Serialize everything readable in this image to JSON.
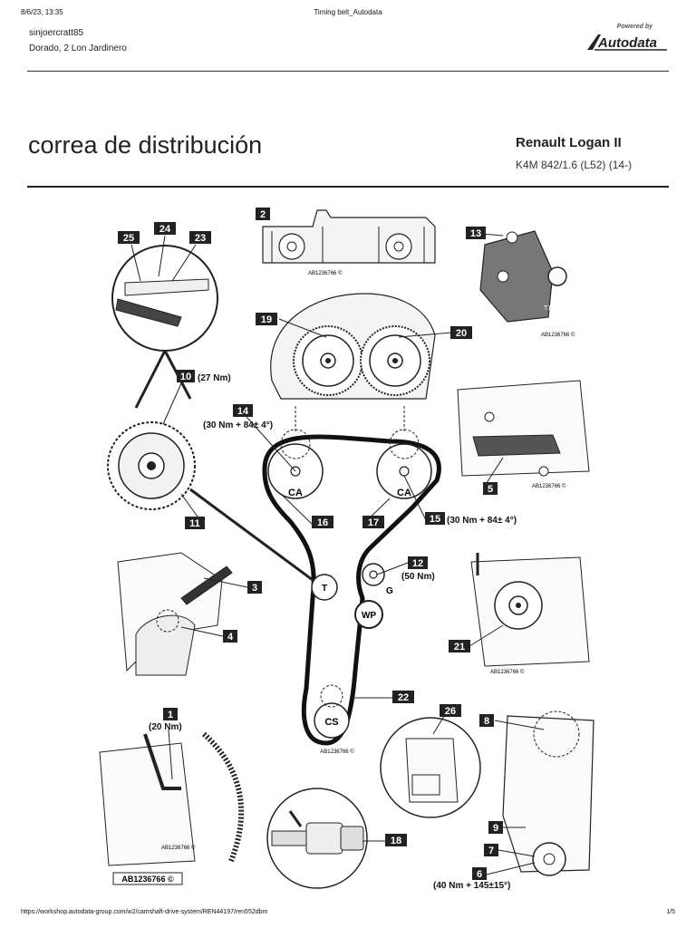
{
  "print_header": {
    "date": "8/6/23, 13:35",
    "title": "Timing belt_Autodata"
  },
  "user": {
    "name": "sinjoercratt85",
    "address": "Dorado, 2 Lon Jardinero"
  },
  "logo": {
    "powered_by": "Powered by",
    "brand": "Autodata"
  },
  "page_title": "correa de distribución",
  "vehicle": {
    "model": "Renault Logan II",
    "engine": "K4M 842/1.6 (L52) (14-)"
  },
  "diagram": {
    "ref": "AB1236766 ©",
    "ref_boxed": "AB1236766 ©",
    "callouts": [
      "1",
      "2",
      "3",
      "4",
      "5",
      "6",
      "7",
      "8",
      "9",
      "10",
      "11",
      "12",
      "13",
      "14",
      "15",
      "16",
      "17",
      "18",
      "19",
      "20",
      "21",
      "22",
      "23",
      "24",
      "25",
      "26"
    ],
    "torques": {
      "c1": "(20 Nm)",
      "c6": "(40 Nm + 145±15°)",
      "c10": "(27 Nm)",
      "c12": "(50 Nm)",
      "c14": "(30 Nm + 84± 4°)",
      "c15": "(30 Nm + 84± 4°)"
    },
    "labels": {
      "ca": "CA",
      "t": "T",
      "g": "G",
      "wp": "WP",
      "cs": "CS",
      "t11": "T11"
    }
  },
  "footer": {
    "url": "https://workshop.autodata-group.com/w2/camshaft-drive-system/REN44197/ren552dbm",
    "page": "1/5"
  }
}
